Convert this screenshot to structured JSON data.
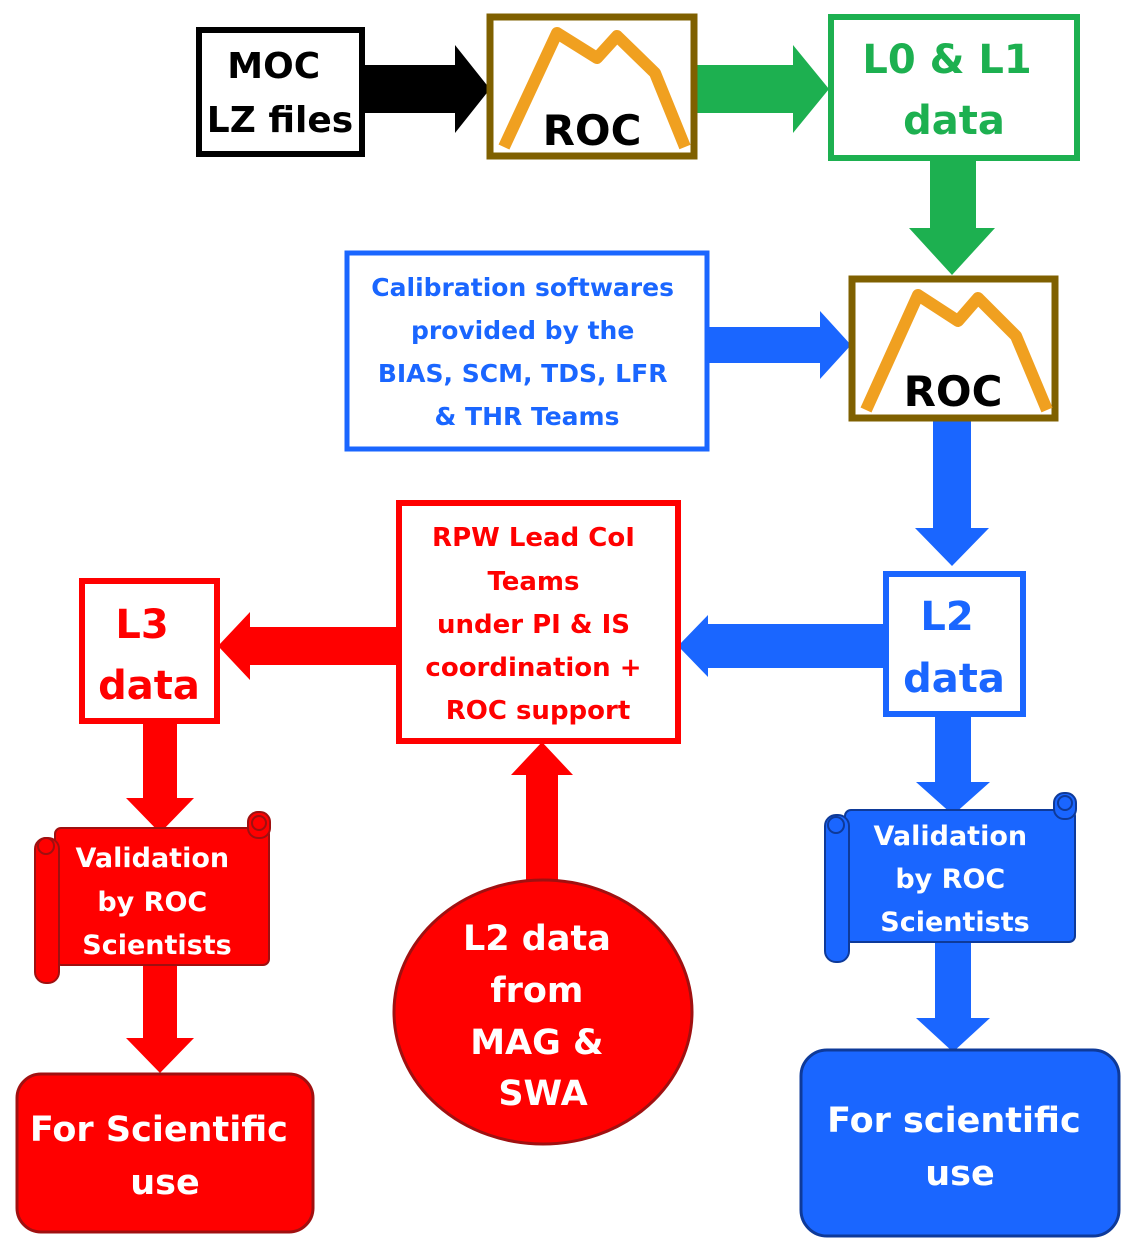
{
  "nodes": {
    "moc": {
      "lines": [
        "MOC",
        "LZ files"
      ]
    },
    "roc_logo_1": {
      "label": "ROC"
    },
    "l0_l1": {
      "lines": [
        "L0 & L1",
        "data"
      ]
    },
    "calib": {
      "lines": [
        "Calibration softwares",
        "provided by the",
        "BIAS, SCM, TDS, LFR",
        "& THR Teams"
      ]
    },
    "roc_logo_2": {
      "label": "ROC"
    },
    "lead_coi": {
      "lines": [
        "RPW Lead CoI",
        "Teams",
        "under PI & IS",
        "coordination +",
        "ROC support"
      ]
    },
    "l2": {
      "lines": [
        "L2",
        "data"
      ]
    },
    "l3": {
      "lines": [
        "L3",
        "data"
      ]
    },
    "valid_red": {
      "lines": [
        "Validation",
        "by ROC",
        "Scientists"
      ]
    },
    "valid_blue": {
      "lines": [
        "Validation",
        "by ROC",
        "Scientists"
      ]
    },
    "mag_swa": {
      "lines": [
        "L2 data",
        "from",
        "MAG &",
        "SWA"
      ]
    },
    "sci_red": {
      "lines": [
        "For Scientific",
        "use"
      ]
    },
    "sci_blue": {
      "lines": [
        "For scientific",
        "use"
      ]
    }
  },
  "colors": {
    "black": "#000000",
    "green": "#1db050",
    "blue": "#1a66ff",
    "red": "#ff0000",
    "gold_frame": "#7f6000",
    "mountain": "#f0a020"
  }
}
